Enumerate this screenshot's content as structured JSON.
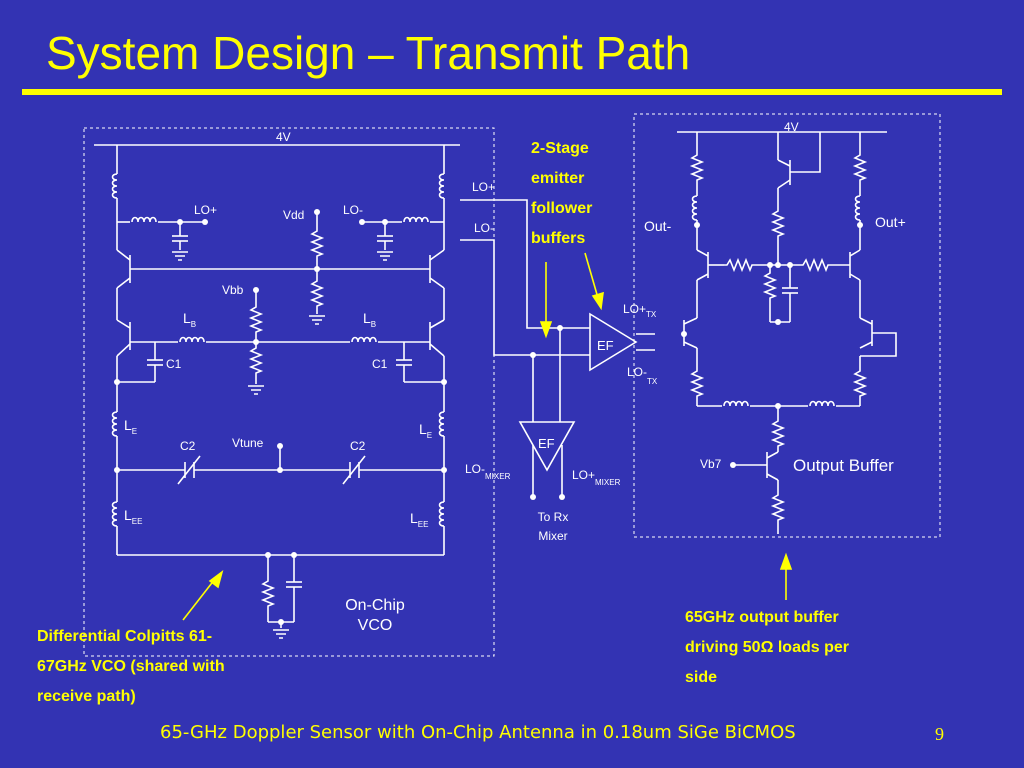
{
  "slide": {
    "title": "System Design – Transmit Path",
    "footer": "65-GHz Doppler Sensor with On-Chip Antenna in 0.18um SiGe BiCMOS",
    "page_number": "9",
    "accent_color": "#ffff00",
    "background_color": "#3333b3"
  },
  "vco": {
    "supply": "4V",
    "lo_plus": "LO+",
    "lo_minus": "LO-",
    "vdd": "Vdd",
    "vbb": "Vbb",
    "lb_left": "L",
    "lb_left_sub": "B",
    "lb_right": "L",
    "lb_right_sub": "B",
    "c1_left": "C1",
    "c1_right": "C1",
    "le_left": "L",
    "le_left_sub": "E",
    "le_right": "L",
    "le_right_sub": "E",
    "c2_left": "C2",
    "c2_right": "C2",
    "vtune": "Vtune",
    "lee_left": "L",
    "lee_left_sub": "EE",
    "lee_right": "L",
    "lee_right_sub": "EE",
    "label_line1": "On-Chip",
    "label_line2": "VCO"
  },
  "buffers": {
    "lo_plus_in": "LO+",
    "lo_minus_in": "LO-",
    "ef_tx": "EF",
    "ef_rx": "EF",
    "lo_plus_tx": "LO+",
    "lo_plus_tx_sub": "TX",
    "lo_minus_tx": "LO-",
    "lo_minus_tx_sub": "TX",
    "lo_minus_mixer": "LO-",
    "lo_minus_mixer_sub": "MIXER",
    "lo_plus_mixer": "LO+",
    "lo_plus_mixer_sub": "MIXER",
    "to_rx_line1": "To Rx",
    "to_rx_line2": "Mixer",
    "annotation_lines": [
      "2-Stage",
      "emitter",
      "follower",
      "buffers"
    ]
  },
  "output_buffer": {
    "supply": "4V",
    "out_minus": "Out-",
    "out_plus": "Out+",
    "vb7": "Vb7",
    "label": "Output Buffer",
    "annotation_lines": [
      "65GHz output buffer",
      "driving 50Ω loads per",
      "side"
    ]
  },
  "vco_annotation_lines": [
    "Differential Colpitts 61-",
    "67GHz VCO (shared with",
    "receive path)"
  ]
}
